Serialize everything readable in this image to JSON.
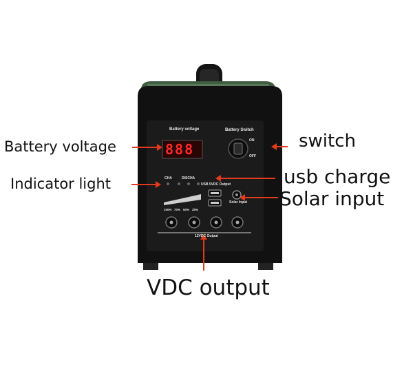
{
  "callouts": {
    "battery_voltage": "Battery voltage",
    "indicator_light": "Indicator light",
    "switch": "switch",
    "usb_charge": "usb charge",
    "solar_input": "Solar input",
    "vdc_output": "VDC output"
  },
  "panel": {
    "battery_voltage_label": "Battery voltage",
    "battery_switch_label": "Battery Switch",
    "on_label": "ON",
    "off_label": "OFF",
    "cha_label": "CHA",
    "discha_label": "DISCHA",
    "usb_label": "USB 5VDC Output",
    "solar_label": "Solar Input",
    "dc_label": "12VDC Output",
    "display_digits": "888",
    "levels": [
      "100%",
      "70%",
      "50%",
      "25%"
    ]
  },
  "colors": {
    "case_body": "#1c1c1c",
    "top_cover": "#4a6a4a",
    "arrow": "#e23a1a",
    "led_display": "#ff2a2a"
  }
}
